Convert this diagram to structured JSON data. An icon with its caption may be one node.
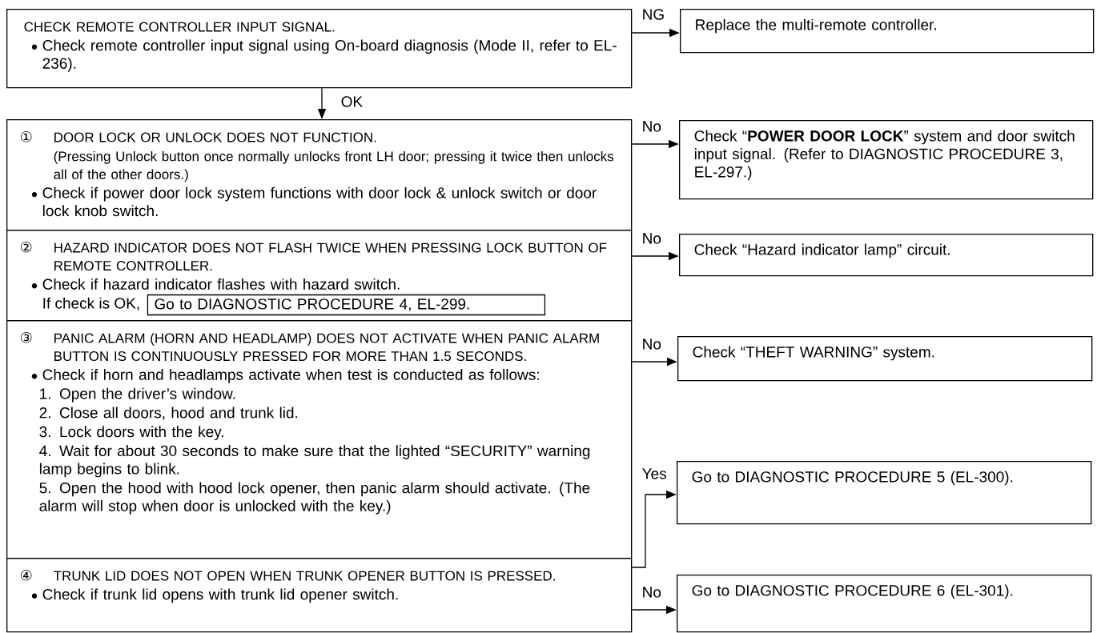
{
  "diagram": {
    "nodes": [
      {
        "text": [
          "CHECK REMOTE CONTROLLER INPUT SIGNAL.",
          "Check remote controller input signal using On-board diagnosis (Mode II, refer to EL-236)."
        ]
      },
      {
        "text": [
          "Replace the multi-remote controller."
        ]
      },
      {
        "text": [
          "①",
          "DOOR LOCK OR UNLOCK DOES NOT FUNCTION.",
          "(Pressing Unlock button once normally unlocks front LH door; pressing it twice then unlocks all of the other doors.)",
          "Check if power door lock system functions with door lock & unlock switch or door lock knob switch."
        ]
      },
      {
        "text": [
          "Check “**POWER DOOR LOCK**” system and door switch input signal. (Refer to DIAGNOSTIC PROCEDURE 3, EL-297.)"
        ]
      },
      {
        "text": [
          "②",
          "HAZARD INDICATOR DOES NOT FLASH TWICE WHEN PRESSING LOCK BUTTON OF REMOTE CONTROLLER.",
          "Check if hazard indicator flashes with hazard switch.",
          "If check is OK,"
        ]
      },
      {
        "text": [
          "Go to DIAGNOSTIC PROCEDURE 4, EL-299."
        ],
        "in": 4
      },
      {
        "text": [
          "Check “Hazard indicator lamp” circuit."
        ]
      },
      {
        "text": [
          "③",
          "PANIC ALARM (HORN AND HEADLAMP) DOES NOT ACTIVATE WHEN PANIC ALARM BUTTON IS CONTINUOUSLY PRESSED FOR MORE THAN 1.5 SECONDS.",
          "Check if horn and headlamps activate when test is conducted as follows:",
          "1. Open the driver’s window.",
          "2. Close all doors, hood and trunk lid.",
          "3. Lock doors with the key.",
          "4. Wait for about 30 seconds to make sure that the lighted “SECURITY” warning lamp begins to blink.",
          "5. Open the hood with hood lock opener, then panic alarm should activate. (The alarm will stop when door is unlocked with the key.)"
        ]
      },
      {
        "text": [
          "Check “THEFT WARNING” system."
        ]
      },
      {
        "text": [
          "④",
          "TRUNK LID DOES NOT OPEN WHEN TRUNK OPENER BUTTON IS PRESSED.",
          "Check if trunk lid opens with trunk lid opener switch."
        ]
      },
      {
        "text": [
          "Go to DIAGNOSTIC PROCEDURE 5 (EL-300)."
        ]
      },
      {
        "text": [
          "Go to DIAGNOSTIC PROCEDURE 6 (EL-301)."
        ]
      }
    ],
    "edges": [
      {
        "from": 0,
        "to": 1,
        "arrow": "to",
        "label": "NG"
      },
      {
        "from": 0,
        "to": 2,
        "arrow": "to",
        "label": "OK"
      },
      {
        "from": 2,
        "to": 3,
        "arrow": "to",
        "label": "No"
      },
      {
        "from": 4,
        "to": 6,
        "arrow": "to",
        "label": "No"
      },
      {
        "from": 7,
        "to": 8,
        "arrow": "to",
        "label": "No"
      },
      {
        "from": 9,
        "to": 10,
        "arrow": "to",
        "label": "Yes"
      },
      {
        "from": 9,
        "to": 11,
        "arrow": "to",
        "label": "No"
      }
    ]
  }
}
